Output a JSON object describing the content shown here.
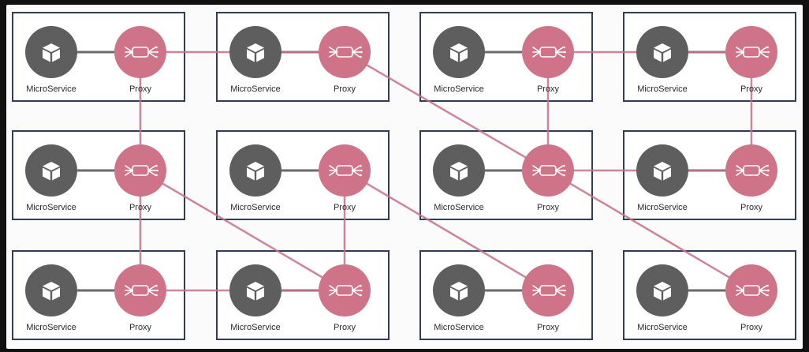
{
  "diagram": {
    "colors": {
      "microservice": "#5e5e5e",
      "proxy": "#cf7389",
      "link": "#c47088",
      "panel_border": "#2f3e55",
      "background": "#fbfbfb"
    },
    "icons": {
      "microservice": "cube-icon",
      "proxy": "proxy-tube-icon"
    },
    "grid": {
      "rows": 3,
      "cols": 4
    },
    "units": [
      {
        "id": "r1c1",
        "row": 1,
        "col": 1,
        "service_label": "MicroService",
        "proxy_label": "Proxy"
      },
      {
        "id": "r1c2",
        "row": 1,
        "col": 2,
        "service_label": "MicroService",
        "proxy_label": "Proxy"
      },
      {
        "id": "r1c3",
        "row": 1,
        "col": 3,
        "service_label": "MicroService",
        "proxy_label": "Proxy"
      },
      {
        "id": "r1c4",
        "row": 1,
        "col": 4,
        "service_label": "MicroService",
        "proxy_label": "Proxy"
      },
      {
        "id": "r2c1",
        "row": 2,
        "col": 1,
        "service_label": "MicroService",
        "proxy_label": "Proxy"
      },
      {
        "id": "r2c2",
        "row": 2,
        "col": 2,
        "service_label": "MicroService",
        "proxy_label": "Proxy"
      },
      {
        "id": "r2c3",
        "row": 2,
        "col": 3,
        "service_label": "MicroService",
        "proxy_label": "Proxy"
      },
      {
        "id": "r2c4",
        "row": 2,
        "col": 4,
        "service_label": "MicroService",
        "proxy_label": "Proxy"
      },
      {
        "id": "r3c1",
        "row": 3,
        "col": 1,
        "service_label": "MicroService",
        "proxy_label": "Proxy"
      },
      {
        "id": "r3c2",
        "row": 3,
        "col": 2,
        "service_label": "MicroService",
        "proxy_label": "Proxy"
      },
      {
        "id": "r3c3",
        "row": 3,
        "col": 3,
        "service_label": "MicroService",
        "proxy_label": "Proxy"
      },
      {
        "id": "r3c4",
        "row": 3,
        "col": 4,
        "service_label": "MicroService",
        "proxy_label": "Proxy"
      }
    ],
    "links": [
      {
        "from": "r1c1",
        "to": "r1c2"
      },
      {
        "from": "r1c1",
        "to": "r2c1"
      },
      {
        "from": "r1c2",
        "to": "r2c3"
      },
      {
        "from": "r1c3",
        "to": "r1c4"
      },
      {
        "from": "r1c3",
        "to": "r2c3"
      },
      {
        "from": "r1c4",
        "to": "r2c4"
      },
      {
        "from": "r2c1",
        "to": "r3c1"
      },
      {
        "from": "r2c1",
        "to": "r3c2"
      },
      {
        "from": "r2c2",
        "to": "r3c2"
      },
      {
        "from": "r2c2",
        "to": "r3c3"
      },
      {
        "from": "r2c3",
        "to": "r2c4"
      },
      {
        "from": "r2c3",
        "to": "r3c4"
      },
      {
        "from": "r3c1",
        "to": "r3c2"
      }
    ]
  }
}
